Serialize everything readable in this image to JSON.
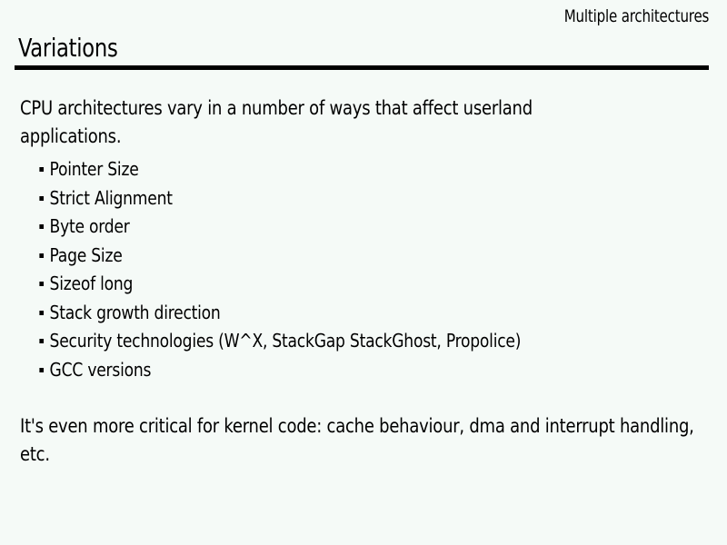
{
  "slide": {
    "kicker": "Multiple architectures",
    "title": "Variations",
    "intro_paragraph": "CPU architectures vary in a number of ways that affect userland applications.",
    "bullets": [
      {
        "label": "Pointer Size"
      },
      {
        "label": "Strict Alignment"
      },
      {
        "label": "Byte order"
      },
      {
        "label": "Page Size"
      },
      {
        "label": "Sizeof long"
      },
      {
        "label": "Stack growth direction"
      },
      {
        "label": "Security technologies (W^X, StackGap StackGhost, Propolice)"
      },
      {
        "label": "GCC versions"
      }
    ],
    "closing_paragraph": "It's even more critical for kernel code: cache behaviour, dma and interrupt handling, etc.",
    "colors": {
      "background": "#f5faf7",
      "text": "#000000",
      "rule": "#000000"
    }
  }
}
